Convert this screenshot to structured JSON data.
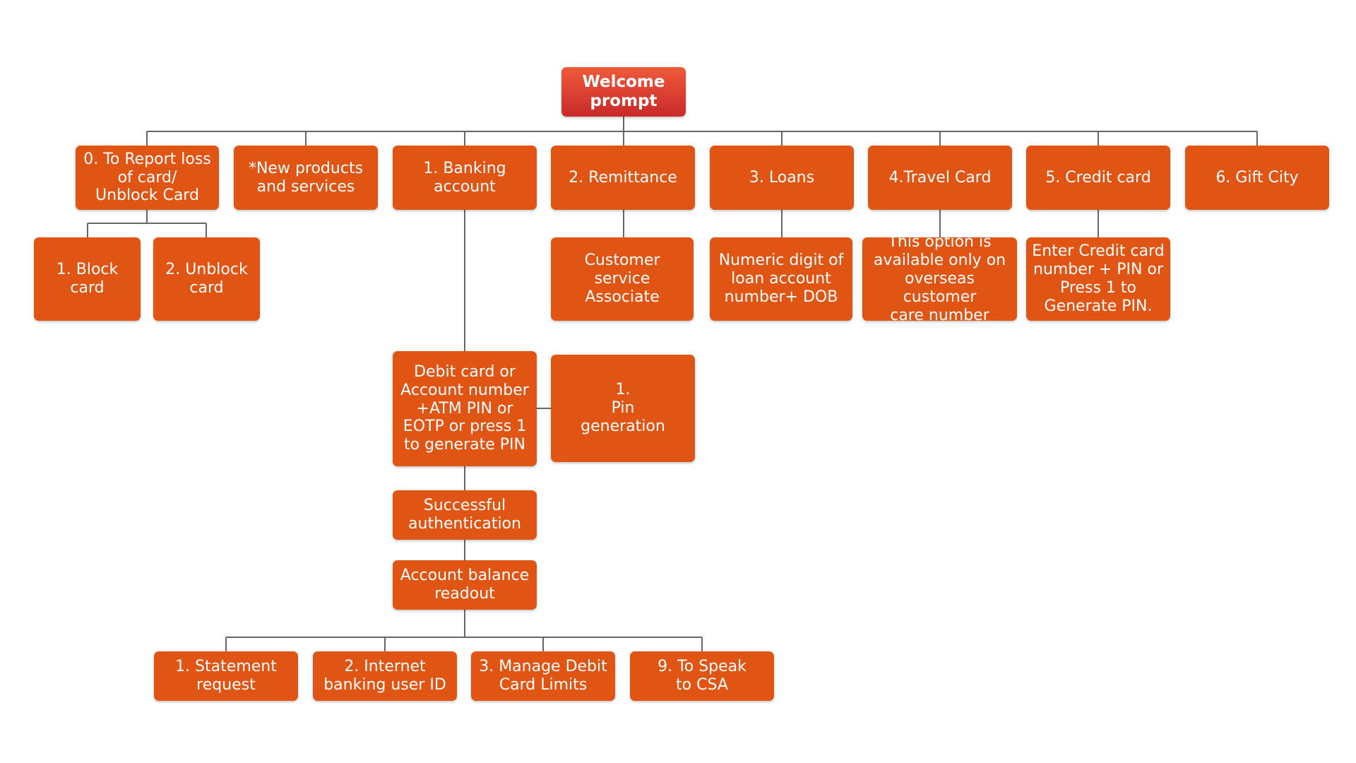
{
  "diagram": {
    "root": {
      "label": "Welcome\nprompt"
    },
    "menu_options": [
      {
        "id": "report",
        "label": "0. To Report loss\nof card/\nUnblock Card"
      },
      {
        "id": "new",
        "label": "*New products\nand services"
      },
      {
        "id": "banking",
        "label": "1. Banking\naccount"
      },
      {
        "id": "remit",
        "label": "2. Remittance"
      },
      {
        "id": "loans",
        "label": "3. Loans"
      },
      {
        "id": "travel",
        "label": "4.Travel Card"
      },
      {
        "id": "credit",
        "label": "5. Credit card"
      },
      {
        "id": "gift",
        "label": "6. Gift City"
      }
    ],
    "report_children": [
      {
        "id": "block",
        "label": "1. Block\ncard"
      },
      {
        "id": "unblock",
        "label": "2. Unblock\ncard"
      }
    ],
    "remittance_child": {
      "label": "Customer\nservice\nAssociate"
    },
    "loans_child": {
      "label": "Numeric digit of\nloan account\nnumber+ DOB"
    },
    "travel_child": {
      "label": "This option is\navailable only on\noverseas customer\ncare number"
    },
    "credit_child": {
      "label": "Enter Credit card\nnumber + PIN or\nPress 1 to\nGenerate PIN."
    },
    "banking_flow": {
      "auth": {
        "label": "Debit card or\nAccount number\n+ATM PIN or\nEOTP or press 1\nto generate PIN"
      },
      "pin": {
        "label": "1.\nPin\ngeneration"
      },
      "success": {
        "label": "Successful\nauthentication"
      },
      "balance": {
        "label": "Account balance\nreadout"
      }
    },
    "balance_options": [
      {
        "id": "statement",
        "label": "1. Statement\nrequest"
      },
      {
        "id": "internet",
        "label": "2. Internet\nbanking user ID"
      },
      {
        "id": "managedebit",
        "label": "3. Manage Debit\nCard Limits"
      },
      {
        "id": "speak",
        "label": "9. To Speak\nto CSA"
      }
    ],
    "colors": {
      "node": "#e05414",
      "root_top": "#ef5a3a",
      "root_bottom": "#c92a2a",
      "connector": "#666666",
      "text": "#ffffff"
    }
  }
}
